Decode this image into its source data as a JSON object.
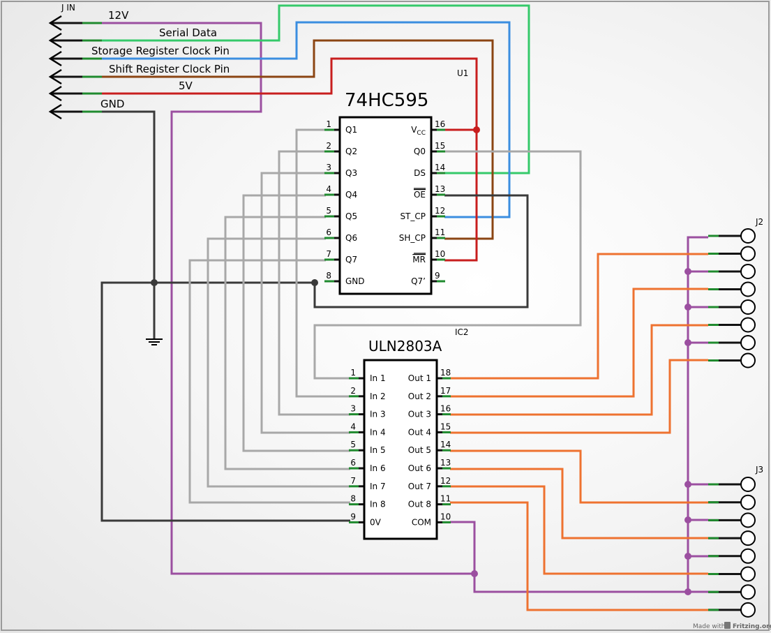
{
  "connector_jin": {
    "ref": "J IN",
    "signals": [
      "12V",
      "Serial Data",
      "Storage Register Clock Pin",
      "Shift Register Clock Pin",
      "5V",
      "GND"
    ]
  },
  "u1": {
    "ref": "U1",
    "part": "74HC595",
    "left_pins": [
      {
        "num": "1",
        "name": "Q1"
      },
      {
        "num": "2",
        "name": "Q2"
      },
      {
        "num": "3",
        "name": "Q3"
      },
      {
        "num": "4",
        "name": "Q4"
      },
      {
        "num": "5",
        "name": "Q5"
      },
      {
        "num": "6",
        "name": "Q6"
      },
      {
        "num": "7",
        "name": "Q7"
      },
      {
        "num": "8",
        "name": "GND"
      }
    ],
    "right_pins": [
      {
        "num": "16",
        "name": "Vcc"
      },
      {
        "num": "15",
        "name": "Q0"
      },
      {
        "num": "14",
        "name": "DS"
      },
      {
        "num": "13",
        "name": "OE"
      },
      {
        "num": "12",
        "name": "ST_CP"
      },
      {
        "num": "11",
        "name": "SH_CP"
      },
      {
        "num": "10",
        "name": "MR"
      },
      {
        "num": "9",
        "name": "Q7’"
      }
    ]
  },
  "ic2": {
    "ref": "IC2",
    "part": "ULN2803A",
    "left_pins": [
      {
        "num": "1",
        "name": "In 1"
      },
      {
        "num": "2",
        "name": "In 2"
      },
      {
        "num": "3",
        "name": "In 3"
      },
      {
        "num": "4",
        "name": "In 4"
      },
      {
        "num": "5",
        "name": "In 5"
      },
      {
        "num": "6",
        "name": "In 6"
      },
      {
        "num": "7",
        "name": "In 7"
      },
      {
        "num": "8",
        "name": "In 8"
      },
      {
        "num": "9",
        "name": "0V"
      }
    ],
    "right_pins": [
      {
        "num": "18",
        "name": "Out 1"
      },
      {
        "num": "17",
        "name": "Out 2"
      },
      {
        "num": "16",
        "name": "Out 3"
      },
      {
        "num": "15",
        "name": "Out 4"
      },
      {
        "num": "14",
        "name": "Out 5"
      },
      {
        "num": "13",
        "name": "Out 6"
      },
      {
        "num": "12",
        "name": "Out 7"
      },
      {
        "num": "11",
        "name": "Out 8"
      },
      {
        "num": "10",
        "name": "COM"
      }
    ]
  },
  "j2": {
    "ref": "J2",
    "pin_count": 8
  },
  "j3": {
    "ref": "J3",
    "pin_count": 8
  },
  "footer": {
    "made_with": "Made with",
    "brand": "Fritzing.org"
  },
  "colors": {
    "purple": "#9b4fa0",
    "green": "#35c96a",
    "blue": "#3b8ee0",
    "brown": "#8b4513",
    "red": "#c81e1e",
    "gray": "#a8a8a8",
    "dark": "#3a3a3a",
    "orange": "#ee7230"
  }
}
